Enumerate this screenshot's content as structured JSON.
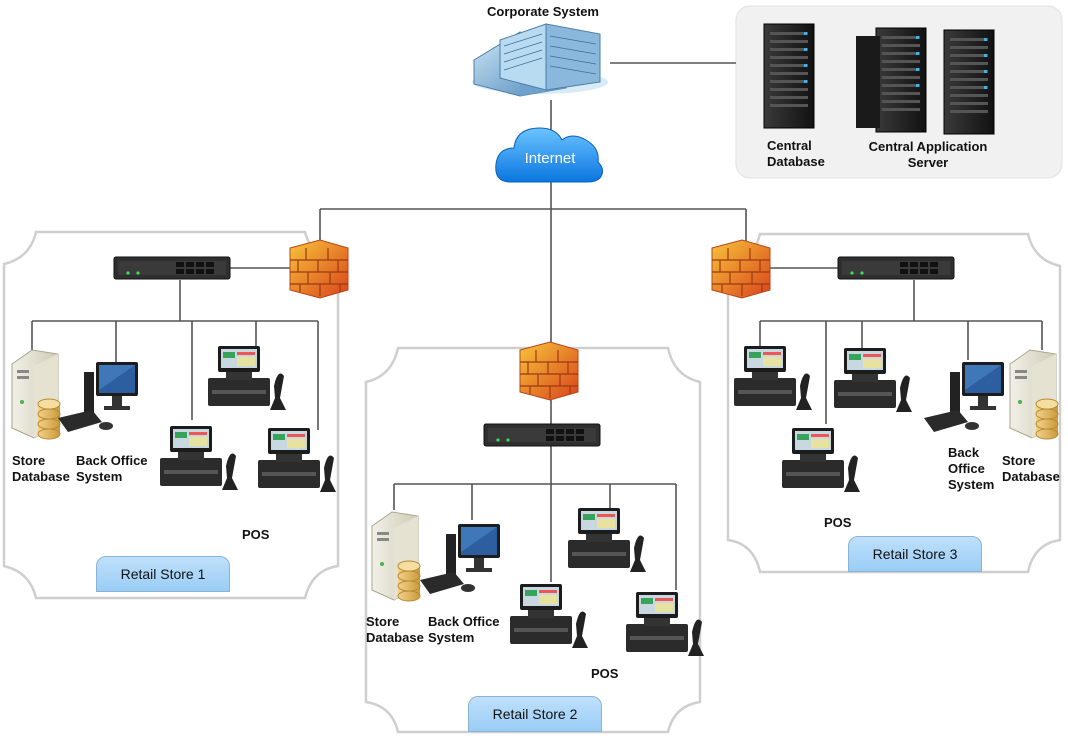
{
  "corporate": {
    "title": "Corporate System",
    "internet_label": "Internet",
    "central_database": "Central\nDatabase",
    "central_app_server": "Central Application\nServer"
  },
  "stores": [
    {
      "name": "Retail Store 1",
      "store_db_label": "Store\nDatabase",
      "back_office_label": "Back Office\nSystem",
      "pos_label": "POS"
    },
    {
      "name": "Retail Store 2",
      "store_db_label": "Store\nDatabase",
      "back_office_label": "Back Office\nSystem",
      "pos_label": "POS"
    },
    {
      "name": "Retail Store 3",
      "store_db_label": "Store\nDatabase",
      "back_office_label": "Back\nOffice\nSystem",
      "pos_label": "POS"
    }
  ],
  "colors": {
    "connector": "#555555",
    "zone_border": "#cccccc",
    "cloud": "#1e90ff",
    "firewall": "#e8772a",
    "tab": "#a8d3f7"
  }
}
